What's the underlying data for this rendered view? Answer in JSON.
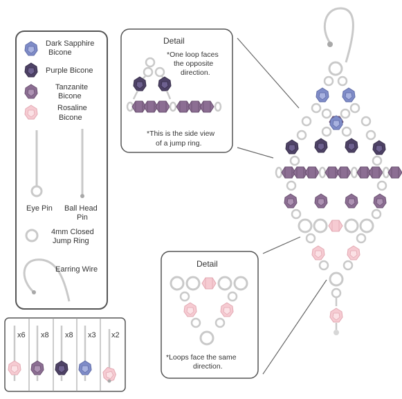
{
  "legend": {
    "dark_sapphire": [
      "Dark Sapphire",
      "Bicone"
    ],
    "purple": [
      "Purple Bicone"
    ],
    "tanzanite": [
      "Tanzanite",
      "Bicone"
    ],
    "rosaline": [
      "Rosaline",
      "Bicone"
    ],
    "eye_pin": [
      "Eye Pin"
    ],
    "ball_head_pin": [
      "Ball Head",
      "Pin"
    ],
    "jump_ring": [
      "4mm Closed",
      "Jump Ring"
    ],
    "earring_wire": [
      "Earring Wire"
    ]
  },
  "quantities": [
    "x6",
    "x8",
    "x8",
    "x3",
    "x2"
  ],
  "detail_top": {
    "title": "Detail",
    "note_loop": [
      "*One loop faces",
      "the opposite",
      "direction."
    ],
    "note_side": [
      "*This is the side view",
      "of a jump ring."
    ]
  },
  "detail_bottom": {
    "title": "Detail",
    "note": [
      "*Loops face the same",
      "direction."
    ]
  },
  "colors": {
    "dark_sapphire": "#7f8cc8",
    "purple": "#4e4266",
    "tanzanite": "#8c6e93",
    "rosaline": "#f6cbd2",
    "metal": "#c9c9c9",
    "border": "#555555"
  }
}
